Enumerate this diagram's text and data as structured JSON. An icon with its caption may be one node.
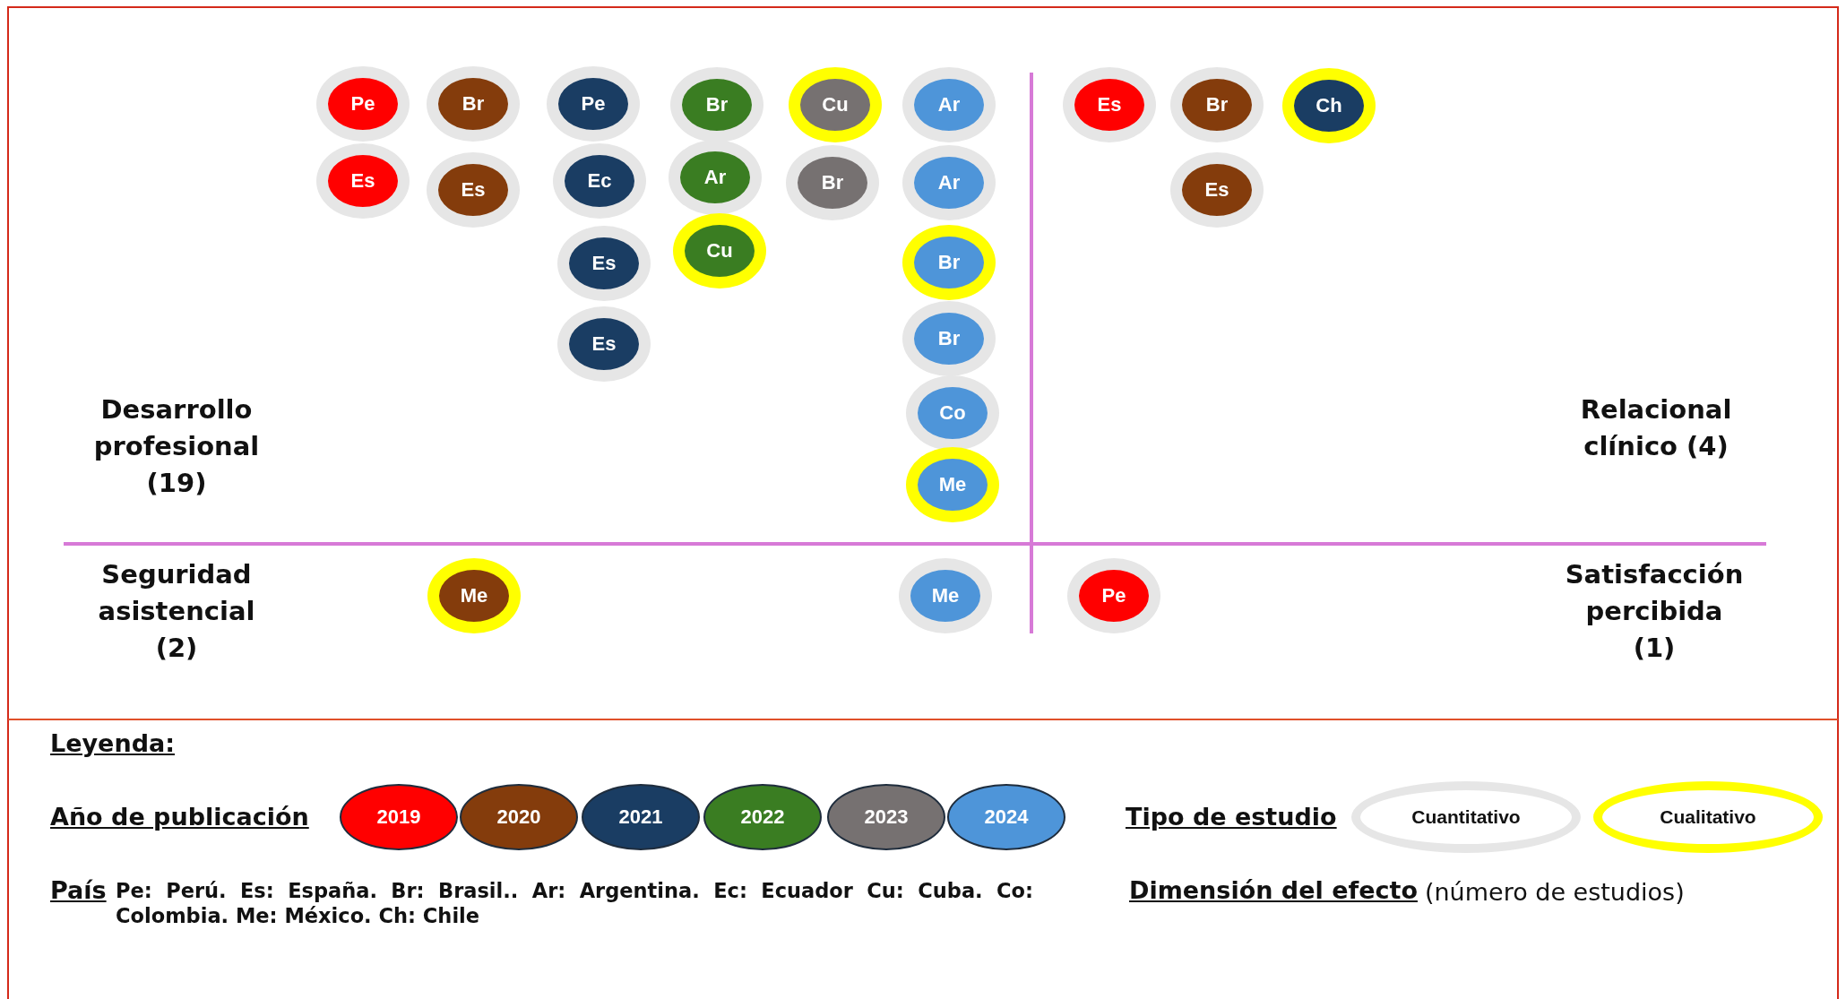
{
  "diagram": {
    "nodes": [
      {
        "text": [
          "Pe"
        ]
      },
      {
        "text": [
          "Es"
        ]
      },
      {
        "text": [
          "Br"
        ]
      },
      {
        "text": [
          "Es"
        ]
      },
      {
        "text": [
          "Pe"
        ]
      },
      {
        "text": [
          "Ec"
        ]
      },
      {
        "text": [
          "Es"
        ]
      },
      {
        "text": [
          "Es"
        ]
      },
      {
        "text": [
          "Br"
        ]
      },
      {
        "text": [
          "Ar"
        ]
      },
      {
        "text": [
          "Cu"
        ]
      },
      {
        "text": [
          "Cu"
        ]
      },
      {
        "text": [
          "Br"
        ]
      },
      {
        "text": [
          "Ar"
        ]
      },
      {
        "text": [
          "Ar"
        ]
      },
      {
        "text": [
          "Br"
        ]
      },
      {
        "text": [
          "Br"
        ]
      },
      {
        "text": [
          "Co"
        ]
      },
      {
        "text": [
          "Me"
        ]
      },
      {
        "text": [
          "Es"
        ]
      },
      {
        "text": [
          "Br"
        ]
      },
      {
        "text": [
          "Es"
        ]
      },
      {
        "text": [
          "Ch"
        ]
      },
      {
        "text": [
          "Me"
        ]
      },
      {
        "text": [
          "Me"
        ]
      },
      {
        "text": [
          "Pe"
        ]
      }
    ],
    "labels": [
      "Desarrollo profesional (19)",
      "Relacional clínico (4)",
      "Seguridad asistencial (2)",
      "Satisfacción percibida (1)",
      "Leyenda:",
      "Año de publicación",
      "Tipo de estudio",
      "País",
      "Pe: Perú. Es: España. Br: Brasil.. Ar: Argentina. Ec: Ecuador Cu: Cuba. Co: Colombia. Me: México. Ch: Chile",
      "Dimensión del efecto",
      "(número de estudios)"
    ],
    "legend": [
      {
        "text": "2019",
        "color": "#ff0000"
      },
      {
        "text": "2020",
        "color": "#843c0c"
      },
      {
        "text": "2021",
        "color": "#1a3d63"
      },
      {
        "text": "2022",
        "color": "#3a7d22"
      },
      {
        "text": "2023",
        "color": "#767171"
      },
      {
        "text": "2024",
        "color": "#4e95d9"
      },
      {
        "text": "Cuantitativo"
      },
      {
        "text": "Cualitativo"
      }
    ]
  }
}
